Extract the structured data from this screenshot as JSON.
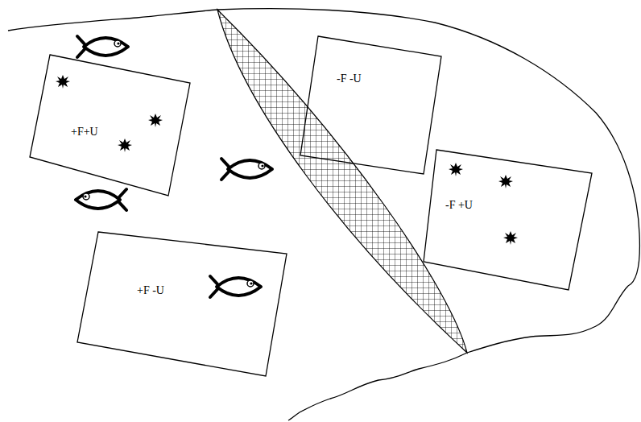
{
  "diagram": {
    "nodes": [
      {
        "text": [
          "+F+U"
        ]
      },
      {
        "text": [
          "-F -U"
        ]
      },
      {
        "text": [
          "-F +U"
        ]
      },
      {
        "text": [
          "+F -U"
        ]
      }
    ]
  }
}
